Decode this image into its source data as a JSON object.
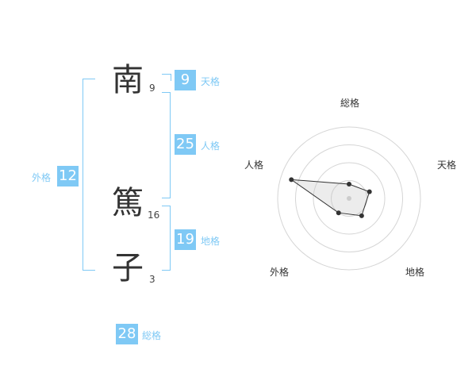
{
  "accent_color": "#7fc9f5",
  "name": {
    "characters": [
      {
        "char": "南",
        "strokes": "9"
      },
      {
        "char": "篤",
        "strokes": "16"
      },
      {
        "char": "子",
        "strokes": "3"
      }
    ]
  },
  "fortunes": {
    "tenkaku": {
      "value": "9",
      "label": "天格"
    },
    "jinkaku": {
      "value": "25",
      "label": "人格"
    },
    "chikaku": {
      "value": "19",
      "label": "地格"
    },
    "gaikaku": {
      "value": "12",
      "label": "外格"
    },
    "soukaku": {
      "value": "28",
      "label": "総格"
    }
  },
  "chart_data": {
    "type": "radar",
    "axes": [
      "総格",
      "天格",
      "地格",
      "外格",
      "人格"
    ],
    "values": [
      0.2,
      0.3,
      0.3,
      0.25,
      0.85
    ],
    "max": 1,
    "rings": 4
  }
}
